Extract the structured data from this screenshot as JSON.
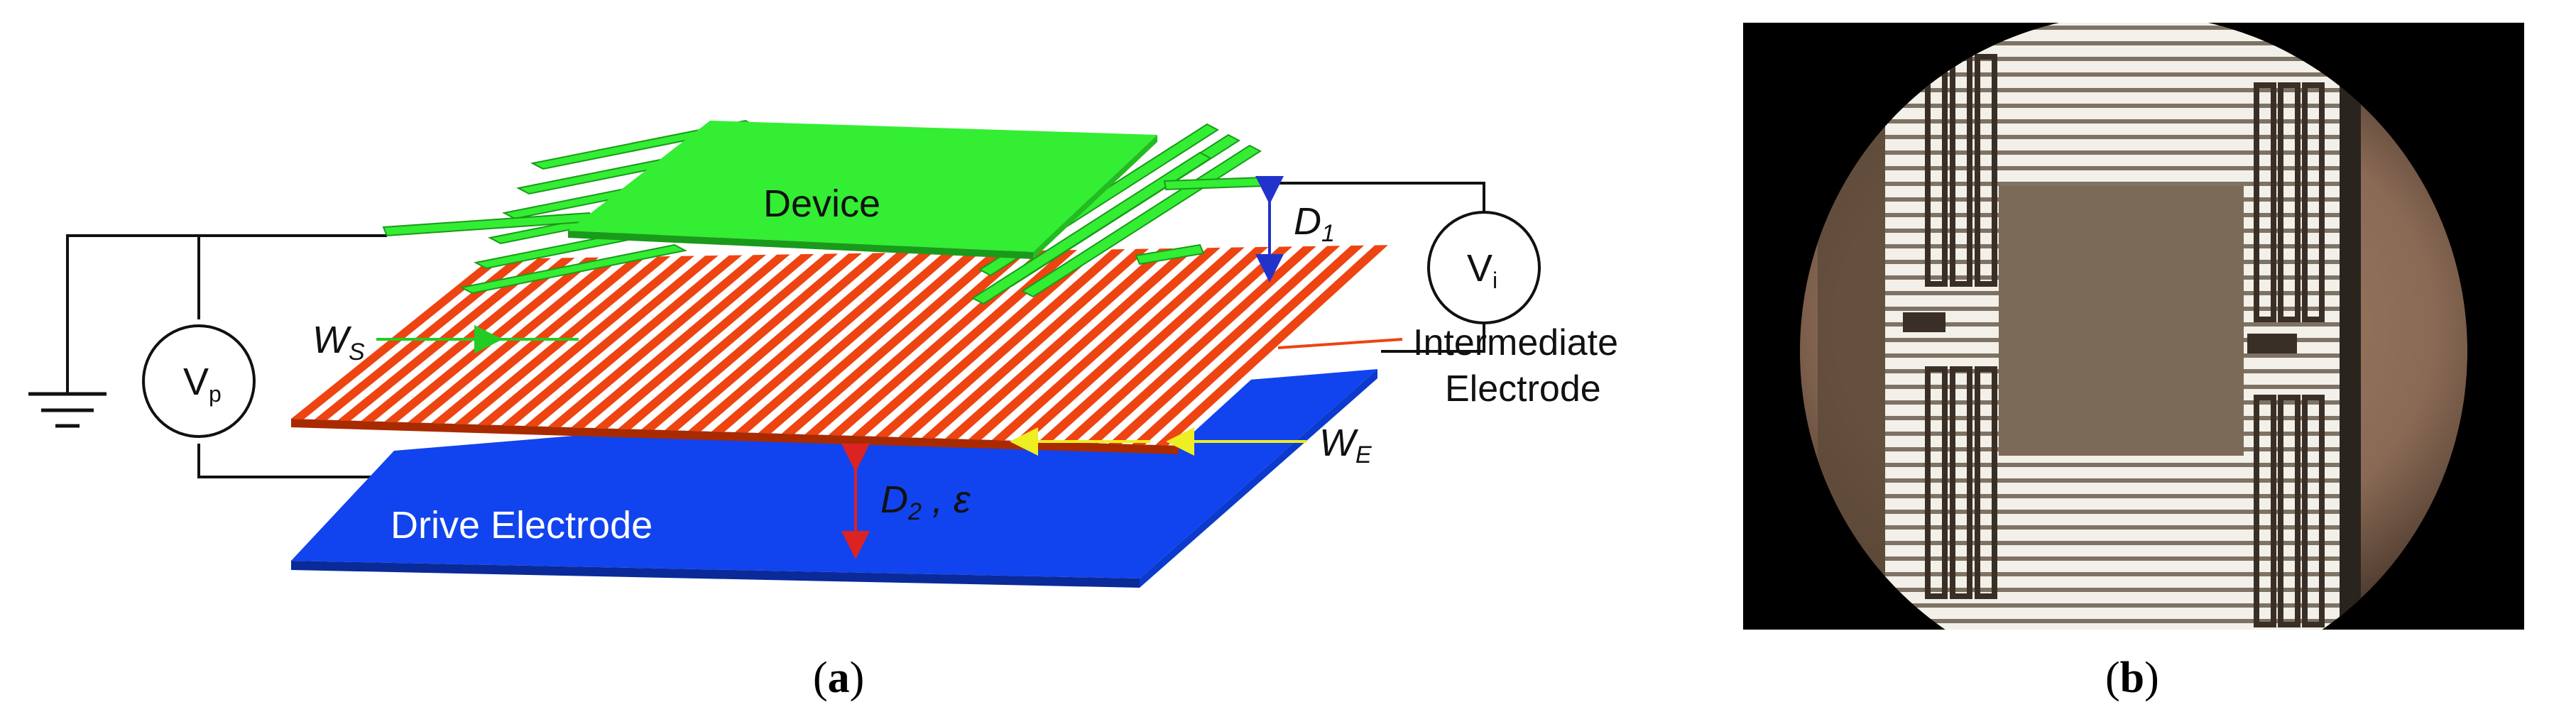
{
  "panel_a": {
    "labels": {
      "device": "Device",
      "d1": "D",
      "d1_sub": "1",
      "vi": "V",
      "vi_sub": "i",
      "vp": "V",
      "vp_sub": "p",
      "ws": "W",
      "ws_sub": "S",
      "intermediate_line1": "Intermediate",
      "intermediate_line2": "Electrode",
      "we": "W",
      "we_sub": "E",
      "d2": "D",
      "d2_sub": "2",
      "d2_suffix": " , ε",
      "drive_electrode": "Drive Electrode"
    },
    "caption_open": "(",
    "caption_letter": "a",
    "caption_close": ")"
  },
  "panel_b": {
    "caption_open": "(",
    "caption_letter": "b",
    "caption_close": ")"
  },
  "colors": {
    "device_green": "#33ee33",
    "device_green_dark": "#1a9a1a",
    "intermediate_orange": "#ee4411",
    "drive_blue": "#1144ee",
    "arrow_blue": "#2233cc",
    "arrow_red": "#dd2222",
    "arrow_green": "#22cc22",
    "arrow_yellow": "#eeee22",
    "wire_black": "#111111",
    "photo_brown": "#8a6a55"
  }
}
